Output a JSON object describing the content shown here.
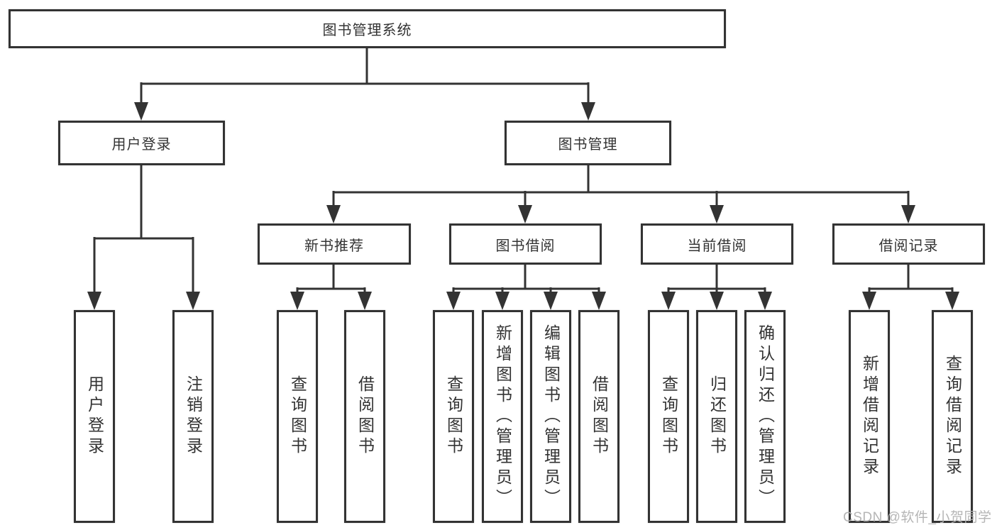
{
  "diagram": {
    "root": {
      "label": "图书管理系统"
    },
    "branches": [
      {
        "label": "用户登录",
        "leaves": [
          "用户登录",
          "注销登录"
        ]
      },
      {
        "label": "图书管理",
        "sections": [
          {
            "label": "新书推荐",
            "leaves": [
              "查询图书",
              "借阅图书"
            ]
          },
          {
            "label": "图书借阅",
            "leaves": [
              "查询图书",
              "新增图书（管理员）",
              "编辑图书（管理员）",
              "借阅图书"
            ]
          },
          {
            "label": "当前借阅",
            "leaves": [
              "查询图书",
              "归还图书",
              "确认归还（管理员）"
            ]
          },
          {
            "label": "借阅记录",
            "leaves": [
              "新增借阅记录",
              "查询借阅记录"
            ]
          }
        ]
      }
    ]
  },
  "watermark": "CSDN @软件_小贺同学",
  "colors": {
    "line": "#333333",
    "text": "#333333",
    "background": "#ffffff",
    "watermark": "#b2b2b2"
  }
}
